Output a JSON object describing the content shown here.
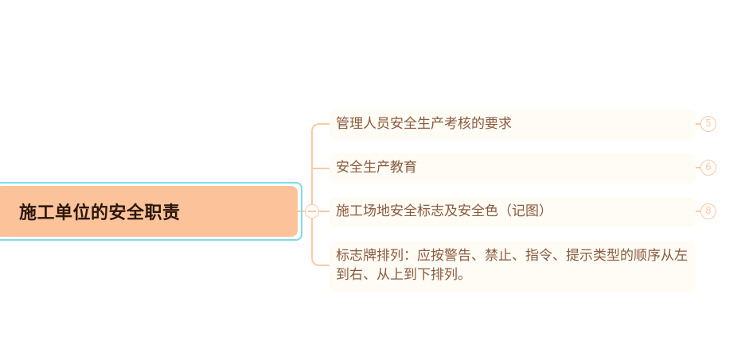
{
  "mindmap": {
    "root": {
      "label": "施工单位的安全职责"
    },
    "children": [
      {
        "label": "管理人员安全生产考核的要求",
        "badge": "5"
      },
      {
        "label": "安全生产教育",
        "badge": "6"
      },
      {
        "label": "施工场地安全标志及安全色（记图）",
        "badge": "8"
      },
      {
        "label": "标志牌排列：应按警告、禁止、指令、提示类型的顺序从左到右、从上到下排列。",
        "badge": null
      }
    ],
    "colors": {
      "root_fill": "#fcc39b",
      "selection_border": "#7fd9ec",
      "branch_line": "#fcc9a7",
      "node_text": "#8a5a3c",
      "node_fill": "#fffcf6"
    }
  }
}
